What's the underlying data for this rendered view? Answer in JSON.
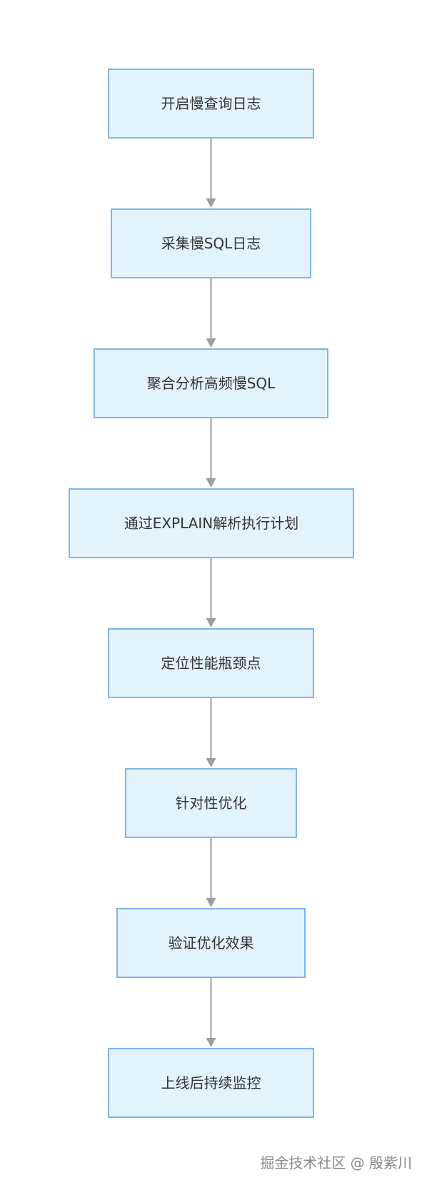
{
  "flow": {
    "steps": [
      "开启慢查询日志",
      "采集慢SQL日志",
      "聚合分析高频慢SQL",
      "通过EXPLAIN解析执行计划",
      "定位性能瓶颈点",
      "针对性优化",
      "验证优化效果",
      "上线后持续监控"
    ]
  },
  "watermark": "掘金技术社区 @ 殷紫川",
  "colors": {
    "node_fill": "#e3f3fc",
    "node_border": "#7eb6ea",
    "arrow": "#9e9e9e",
    "text": "#333333"
  }
}
